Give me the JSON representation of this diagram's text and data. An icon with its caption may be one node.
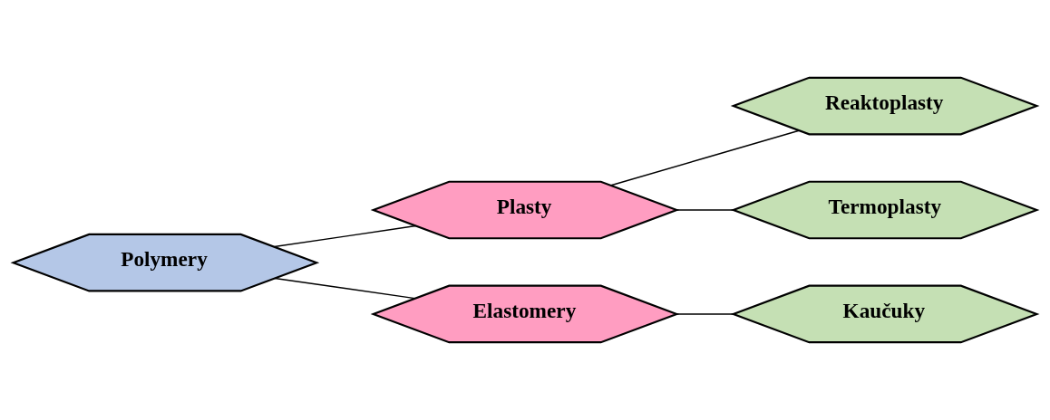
{
  "diagram": {
    "nodes": [
      {
        "text": [
          "Polymery"
        ]
      },
      {
        "text": [
          "Plasty"
        ]
      },
      {
        "text": [
          "Reaktoplasty"
        ]
      },
      {
        "text": [
          "Termoplasty"
        ]
      },
      {
        "text": [
          "Elastomery"
        ]
      },
      {
        "text": [
          "Kaučuky"
        ]
      }
    ],
    "edges": [
      {
        "from": 0,
        "to": 1,
        "arrow": "none"
      },
      {
        "from": 0,
        "to": 4,
        "arrow": "none"
      },
      {
        "from": 1,
        "to": 2,
        "arrow": "none"
      },
      {
        "from": 1,
        "to": 3,
        "arrow": "none"
      },
      {
        "from": 4,
        "to": 5,
        "arrow": "none"
      }
    ]
  }
}
